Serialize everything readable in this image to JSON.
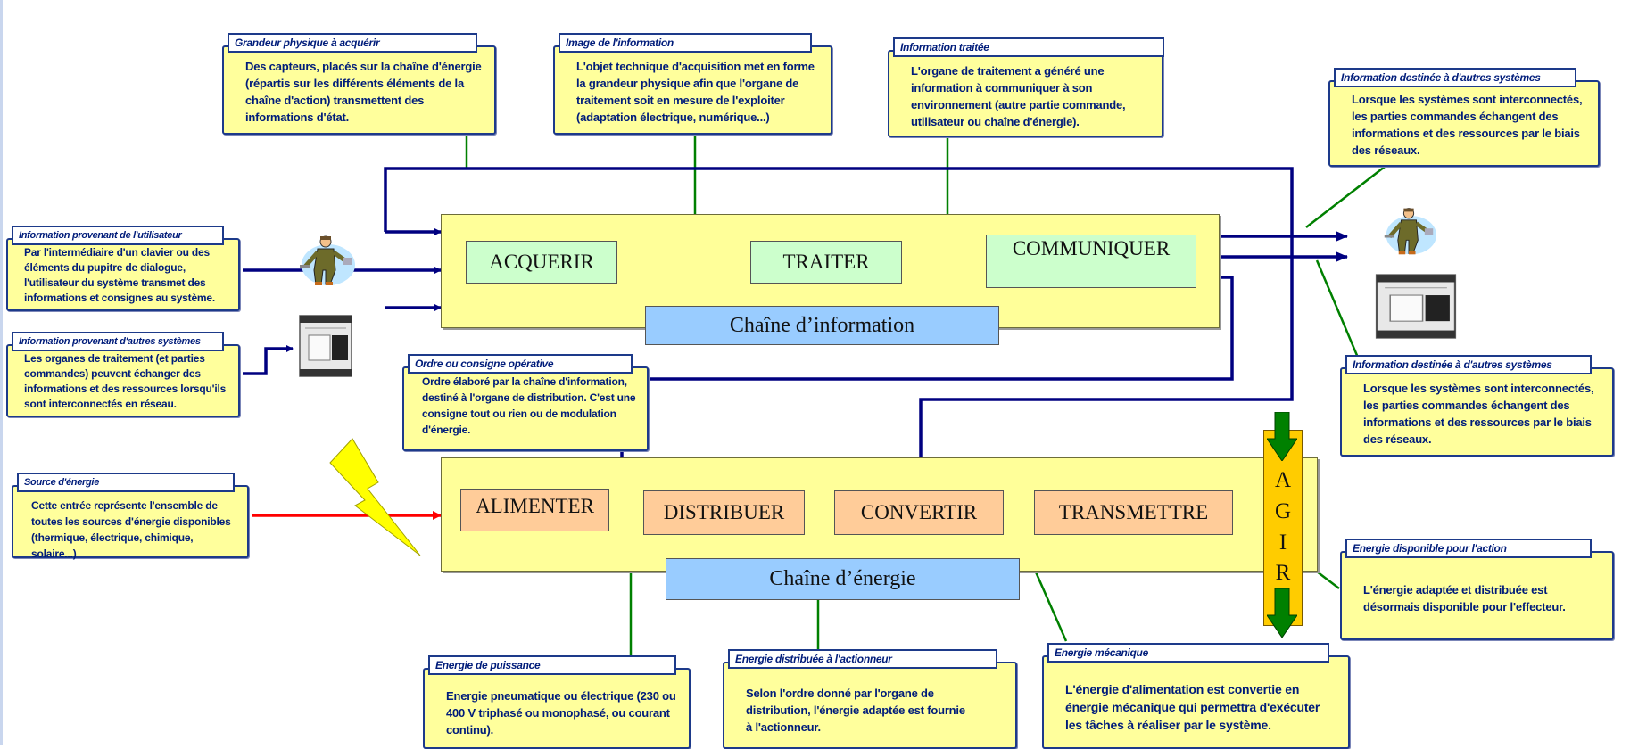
{
  "notes": {
    "grandeur_physique": {
      "title": "Grandeur physique à acquérir",
      "lines": [
        "Des capteurs, placés sur la chaîne d'énergie",
        "(répartis sur les différents éléments de la",
        "chaîne d'action) transmettent des",
        "informations d'état."
      ]
    },
    "image_information": {
      "title": "Image de l'information",
      "lines": [
        "L'objet technique d'acquisition met en forme",
        "la grandeur physique afin que l'organe de",
        "traitement soit en mesure de l'exploiter",
        "(adaptation électrique, numérique...)"
      ]
    },
    "information_traitee": {
      "title": "Information traitée",
      "lines": [
        "L'organe de traitement a généré une",
        "information à communiquer à son",
        "environnement (autre partie commande,",
        "utilisateur ou chaîne d'énergie)."
      ]
    },
    "info_destinee_1": {
      "title": "Information destinée à d'autres systèmes",
      "lines": [
        "Lorsque les systèmes sont interconnectés,",
        "les parties commandes échangent des",
        "informations et des ressources par le biais",
        "des réseaux."
      ]
    },
    "info_utilisateur": {
      "title": "Information provenant de l'utilisateur",
      "lines": [
        "Par l'intermédiaire d'un clavier ou des",
        "éléments du pupitre de dialogue,",
        "l'utilisateur du système transmet des",
        "informations et consignes au système."
      ]
    },
    "info_autres_systemes": {
      "title": "Information provenant d'autres systèmes",
      "lines": [
        "Les organes de traitement (et parties",
        "commandes) peuvent échanger des",
        "informations et des ressources lorsqu'ils",
        "sont interconnectés en réseau."
      ]
    },
    "ordre_consigne": {
      "title": "Ordre ou consigne opérative",
      "lines": [
        "Ordre élaboré par la chaîne d'information,",
        "destiné à l'organe de distribution. C'est une",
        "consigne tout ou rien ou de modulation",
        "d'énergie."
      ]
    },
    "info_destinee_2": {
      "title": "Information destinée à d'autres systèmes",
      "lines": [
        "Lorsque les systèmes sont interconnectés,",
        "les parties commandes échangent des",
        "informations et des ressources par le biais",
        "des réseaux."
      ]
    },
    "source_energie": {
      "title": "Source d'énergie",
      "lines": [
        "Cette entrée représente l'ensemble de",
        "toutes les sources d'énergie disponibles",
        "(thermique, électrique, chimique, solaire...)"
      ]
    },
    "energie_disponible": {
      "title": "Energie disponible pour l'action",
      "lines": [
        "L'énergie adaptée et distribuée est",
        "désormais disponible pour l'effecteur."
      ]
    },
    "energie_puissance": {
      "title": "Energie de puissance",
      "lines": [
        "Energie pneumatique ou électrique (230 ou",
        "400 V triphasé ou monophasé, ou courant",
        "continu)."
      ]
    },
    "energie_distribuee": {
      "title": "Energie distribuée à l'actionneur",
      "lines": [
        "Selon l'ordre donné par l'organe de",
        "distribution, l'énergie adaptée est fournie",
        "à l'actionneur."
      ]
    },
    "energie_mecanique": {
      "title": "Energie mécanique",
      "lines": [
        "L'énergie d'alimentation est convertie en",
        "énergie mécanique qui permettra d'exécuter",
        "les tâches à réaliser par le système."
      ]
    }
  },
  "information_chain": {
    "label": "Chaîne d’information",
    "functions": [
      "ACQUERIR",
      "TRAITER",
      "COMMUNIQUER"
    ]
  },
  "energy_chain": {
    "label": "Chaîne d’énergie",
    "functions": [
      "ALIMENTER",
      "DISTRIBUER",
      "CONVERTIR",
      "TRANSMETTRE"
    ]
  },
  "agir": {
    "letters": [
      "A",
      "G",
      "I",
      "R"
    ]
  },
  "icons": {
    "user": "worker-with-wrench-icon",
    "plc": "programmable-controller-icon",
    "lightning": "lightning-bolt-icon"
  },
  "colors": {
    "info_flow": "#000080",
    "energy_flow": "#ff0000",
    "callout_line": "#008000",
    "note_fill": "#ffff9c",
    "note_border": "#1d3a8a",
    "chain_fill": "#ffff99",
    "info_function_fill": "#ccffcc",
    "energy_function_fill": "#ffcc99",
    "chain_label_fill": "#99ccff",
    "agir_fill": "#ffcc00",
    "agir_arrow": "#008000"
  }
}
